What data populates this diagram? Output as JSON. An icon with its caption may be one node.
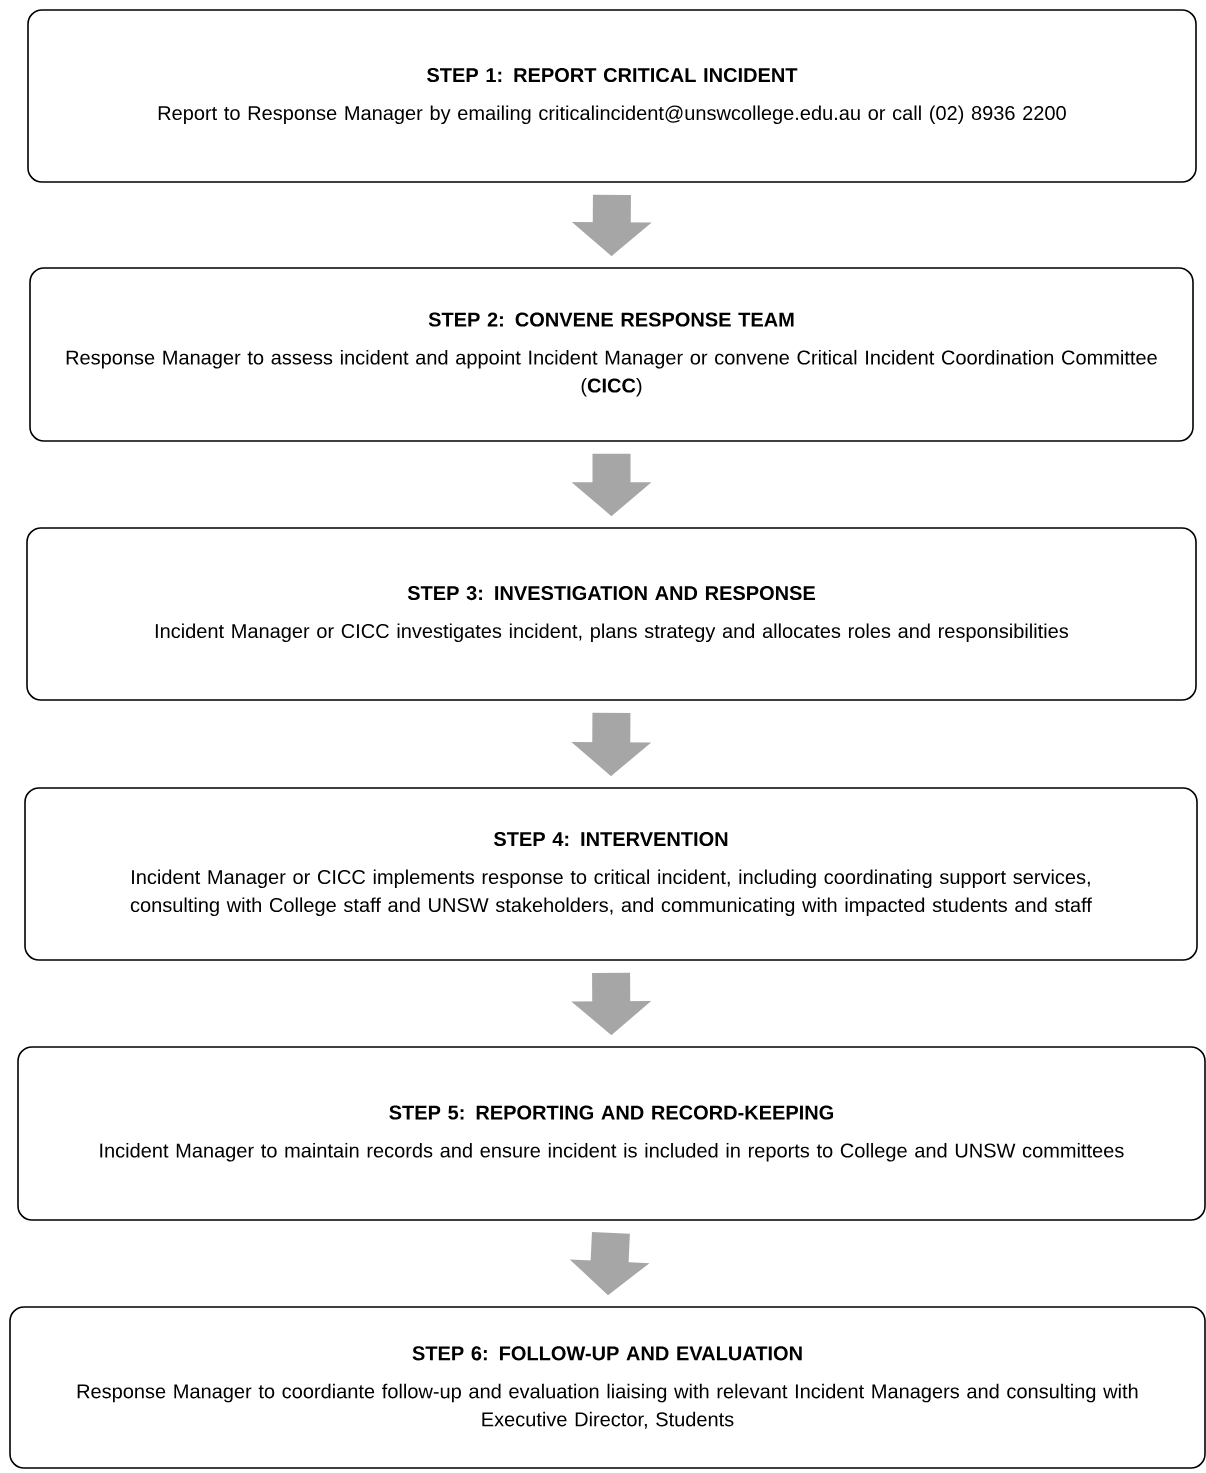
{
  "diagram": {
    "nodes": [
      {
        "text": [
          "STEP 1: REPORT CRITICAL INCIDENT",
          "Report to Response Manager by emailing criticalincident@unswcollege.edu.au or call (02) 8936 2200"
        ]
      },
      {
        "text": [
          "STEP 2: CONVENE RESPONSE TEAM",
          "Response Manager to assess incident and appoint Incident Manager or convene Critical Incident Coordination Committee (**CICC**)"
        ]
      },
      {
        "text": [
          "STEP 3: INVESTIGATION AND RESPONSE",
          "Incident Manager or CICC investigates incident, plans strategy and allocates roles and responsibilities"
        ]
      },
      {
        "text": [
          "STEP 4: INTERVENTION",
          "Incident Manager or CICC implements response to critical incident, including coordinating support services, consulting with College staff and UNSW stakeholders, and communicating with impacted students and staff"
        ]
      },
      {
        "text": [
          "STEP 5: REPORTING AND RECORD-KEEPING",
          "Incident Manager to maintain records and ensure incident is included in reports to College and UNSW committees"
        ]
      },
      {
        "text": [
          "STEP 6: FOLLOW-UP AND EVALUATION",
          "Response Manager to coordiante follow-up and evaluation liaising with relevant Incident Managers and consulting with Executive Director, Students"
        ]
      }
    ],
    "edges": [
      {
        "from": 0,
        "to": 1,
        "arrow": "to"
      },
      {
        "from": 1,
        "to": 2,
        "arrow": "to"
      },
      {
        "from": 2,
        "to": 3,
        "arrow": "to"
      },
      {
        "from": 3,
        "to": 4,
        "arrow": "to"
      },
      {
        "from": 4,
        "to": 5,
        "arrow": "to"
      }
    ]
  }
}
